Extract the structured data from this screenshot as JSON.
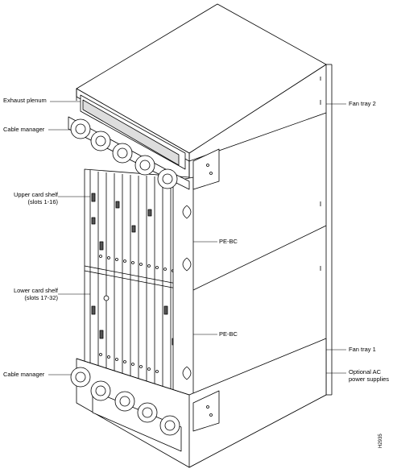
{
  "labels": {
    "exhaust_plenum": "Exhaust plenum",
    "cable_manager_top": "Cable manager",
    "upper_card_shelf_1": "Upper card shelf",
    "upper_card_shelf_2": "(slots 1-16)",
    "lower_card_shelf_1": "Lower card shelf",
    "lower_card_shelf_2": "(slots 17-32)",
    "cable_manager_bottom": "Cable manager",
    "fan_tray_2": "Fan tray 2",
    "pe_bc_upper": "PE-BC",
    "pe_bc_lower": "PE-BC",
    "fan_tray_1": "Fan tray 1",
    "optional_ac_1": "Optional AC",
    "optional_ac_2": "power supplies"
  },
  "figure_id": "H2935",
  "colors": {
    "line": "#000000",
    "fill": "#ffffff",
    "shade": "#d9d9d9",
    "dark": "#555555"
  }
}
